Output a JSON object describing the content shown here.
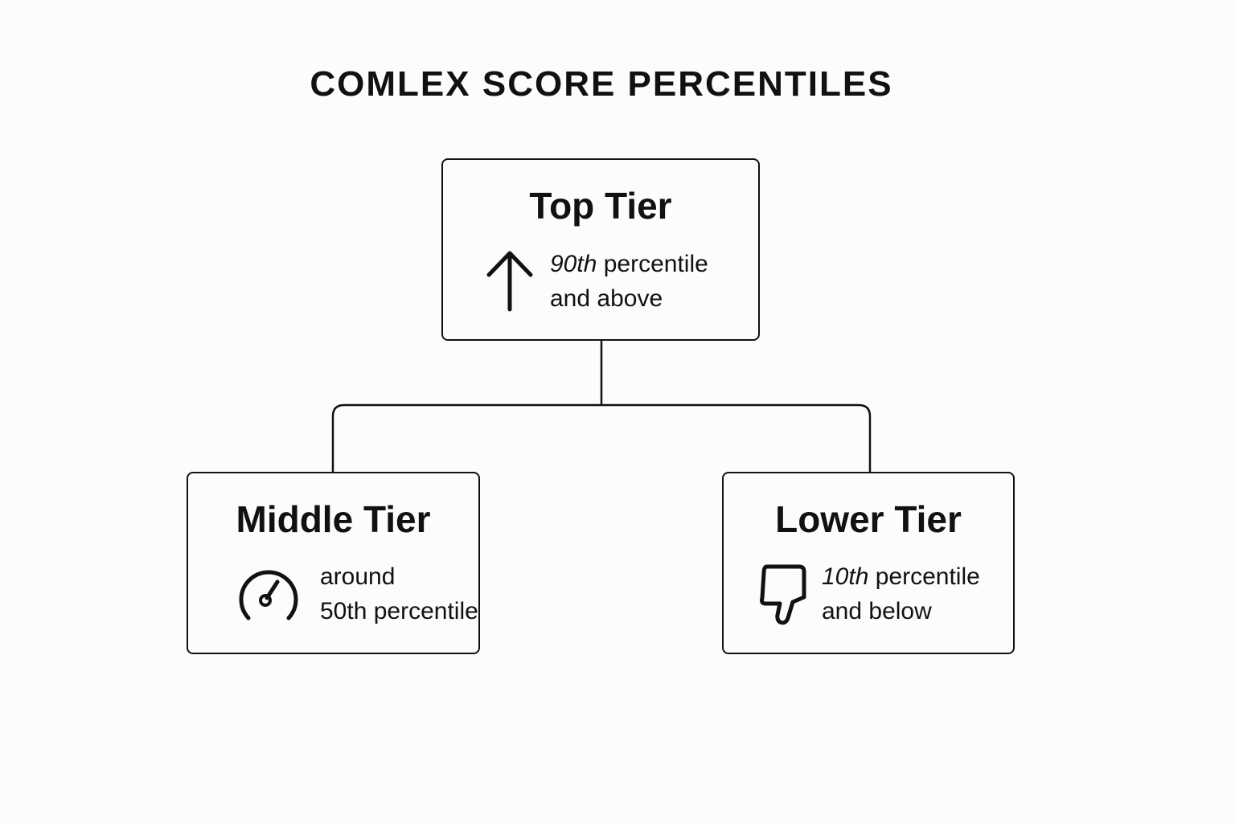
{
  "title": "COMLEX SCORE PERCENTILES",
  "tiers": [
    {
      "name": "Top Tier",
      "icon": "arrow-up-icon",
      "line1_prefix": "90th",
      "line1_rest": " percentile",
      "line2": "and above"
    },
    {
      "name": "Middle Tier",
      "icon": "gauge-icon",
      "line1_prefix": "",
      "line1_rest": "around",
      "line2": "50th percentile"
    },
    {
      "name": "Lower Tier",
      "icon": "thumbs-down-icon",
      "line1_prefix": "10th",
      "line1_rest": " percentile",
      "line2": "and below"
    }
  ],
  "colors": {
    "stroke": "#111111",
    "background": "#fdfcfa"
  }
}
